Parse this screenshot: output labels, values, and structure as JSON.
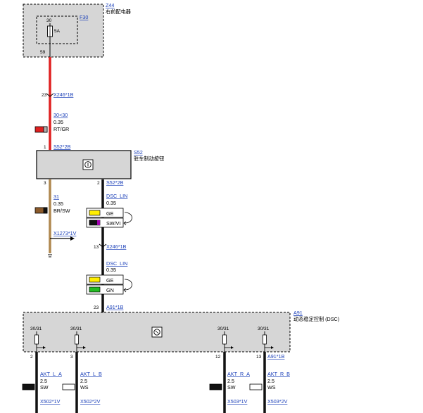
{
  "colors": {
    "red_wire": "#e02020",
    "brown_wire": "#b08850",
    "black_wire": "#111111",
    "component_fill": "#d6d6d6",
    "link_text": "#1a3fb8",
    "yellow": "#ffee00",
    "green": "#22bb22",
    "violet": "#a000b0"
  },
  "z44": {
    "id": "Z44",
    "name": "右前配电器",
    "fuse_id": "F30",
    "fuse_top_pin": "30",
    "fuse_rating": "5A",
    "out_pin": "59"
  },
  "conn_x246_top": {
    "pin": "23",
    "id": "X246*1B"
  },
  "wire_30": {
    "signal": "30<30",
    "size": "0.35",
    "color": "RT/GR"
  },
  "conn_s52_2b_top": {
    "pin": "1",
    "id": "S52*2B"
  },
  "s52": {
    "id": "S52",
    "name": "驻车制动按钮",
    "icon": "parking-brake-icon",
    "pin_left": "3",
    "pin_right": "2",
    "right_connector": "S52*2B"
  },
  "wire_31": {
    "signal": "31",
    "size": "0.35",
    "color": "BR/SW",
    "ground_connector": "X1273*1V"
  },
  "wire_dsc_lin_1": {
    "signal": "DSC_LIN",
    "size": "0.35",
    "colors": [
      "GE",
      "SW/VI"
    ]
  },
  "conn_x246_mid": {
    "pin": "13",
    "id": "X246*1B"
  },
  "wire_dsc_lin_2": {
    "signal": "DSC_LIN",
    "size": "0.35",
    "colors": [
      "GE",
      "GN"
    ]
  },
  "conn_a91_top": {
    "pin": "23",
    "id": "A91*1B"
  },
  "a91": {
    "id": "A91",
    "name": "动态稳定控制 (DSC)",
    "icon": "dsc-stability-icon",
    "sensors": [
      {
        "label": "30/31",
        "pin": "2"
      },
      {
        "label": "30/31",
        "pin": "3"
      },
      {
        "label": "30/31",
        "pin": "12"
      },
      {
        "label": "30/31",
        "pin": "13"
      }
    ],
    "bottom_connector": "A91*1B"
  },
  "bottom_wires": [
    {
      "signal": "AKT_L_A",
      "size": "2.5",
      "color": "SW",
      "connector": "X502*1V"
    },
    {
      "signal": "AKT_L_B",
      "size": "2.5",
      "color": "WS",
      "connector": "X502*2V"
    },
    {
      "signal": "AKT_R_A",
      "size": "2.5",
      "color": "SW",
      "connector": "X503*1V"
    },
    {
      "signal": "AKT_R_B",
      "size": "2.5",
      "color": "WS",
      "connector": "X503*2V"
    }
  ]
}
